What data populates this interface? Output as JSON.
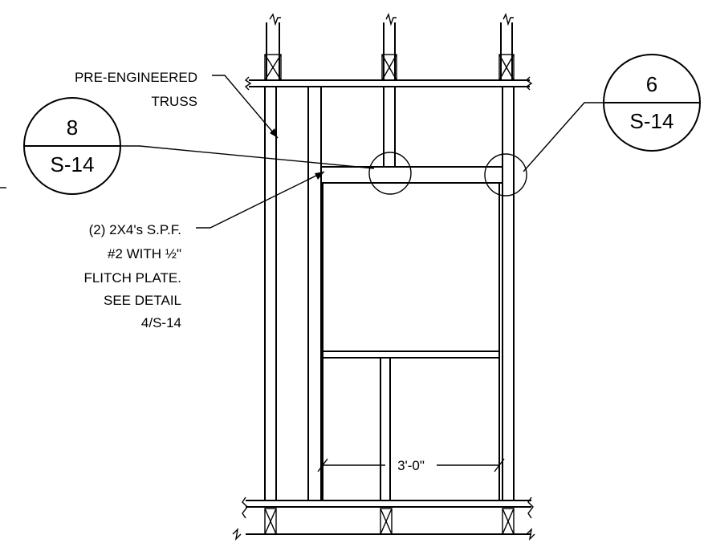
{
  "callouts": {
    "truss": {
      "line1": "PRE-ENGINEERED",
      "line2": "TRUSS"
    },
    "header": {
      "line1": "(2) 2X4's S.P.F.",
      "line2": "#2 WITH ½\"",
      "line3": "FLITCH PLATE.",
      "line4": "SEE DETAIL",
      "line5": "4/S-14"
    },
    "dimension": "3'-0\""
  },
  "section_tags": [
    {
      "id": "left",
      "number": "8",
      "sheet": "S-14"
    },
    {
      "id": "right",
      "number": "6",
      "sheet": "S-14"
    }
  ]
}
